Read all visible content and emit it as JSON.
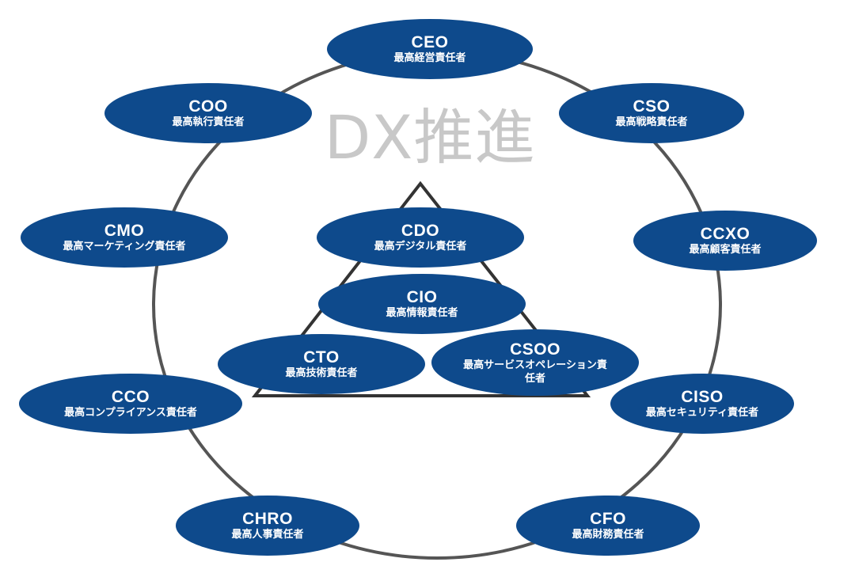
{
  "title": "DX推進",
  "colors": {
    "ellipse_fill": "#0e4a8c",
    "text": "#ffffff",
    "ring_stroke": "#555555",
    "triangle_stroke": "#333333",
    "title": "#c8c8c8"
  },
  "outer_roles": [
    {
      "abbr": "CEO",
      "jp": "最高経営責任者"
    },
    {
      "abbr": "CSO",
      "jp": "最高戦略責任者"
    },
    {
      "abbr": "CCXO",
      "jp": "最高顧客責任者"
    },
    {
      "abbr": "CISO",
      "jp": "最高セキュリティ責任者"
    },
    {
      "abbr": "CFO",
      "jp": "最高財務責任者"
    },
    {
      "abbr": "CHRO",
      "jp": "最高人事責任者"
    },
    {
      "abbr": "CCO",
      "jp": "最高コンプライアンス責任者"
    },
    {
      "abbr": "CMO",
      "jp": "最高マーケティング責任者"
    },
    {
      "abbr": "COO",
      "jp": "最高執行責任者"
    }
  ],
  "inner_roles": [
    {
      "abbr": "CDO",
      "jp": "最高デジタル責任者"
    },
    {
      "abbr": "CIO",
      "jp": "最高情報責任者"
    },
    {
      "abbr": "CTO",
      "jp": "最高技術責任者"
    },
    {
      "abbr": "CSOO",
      "jp": "最高サービスオペレーション責任者"
    }
  ]
}
